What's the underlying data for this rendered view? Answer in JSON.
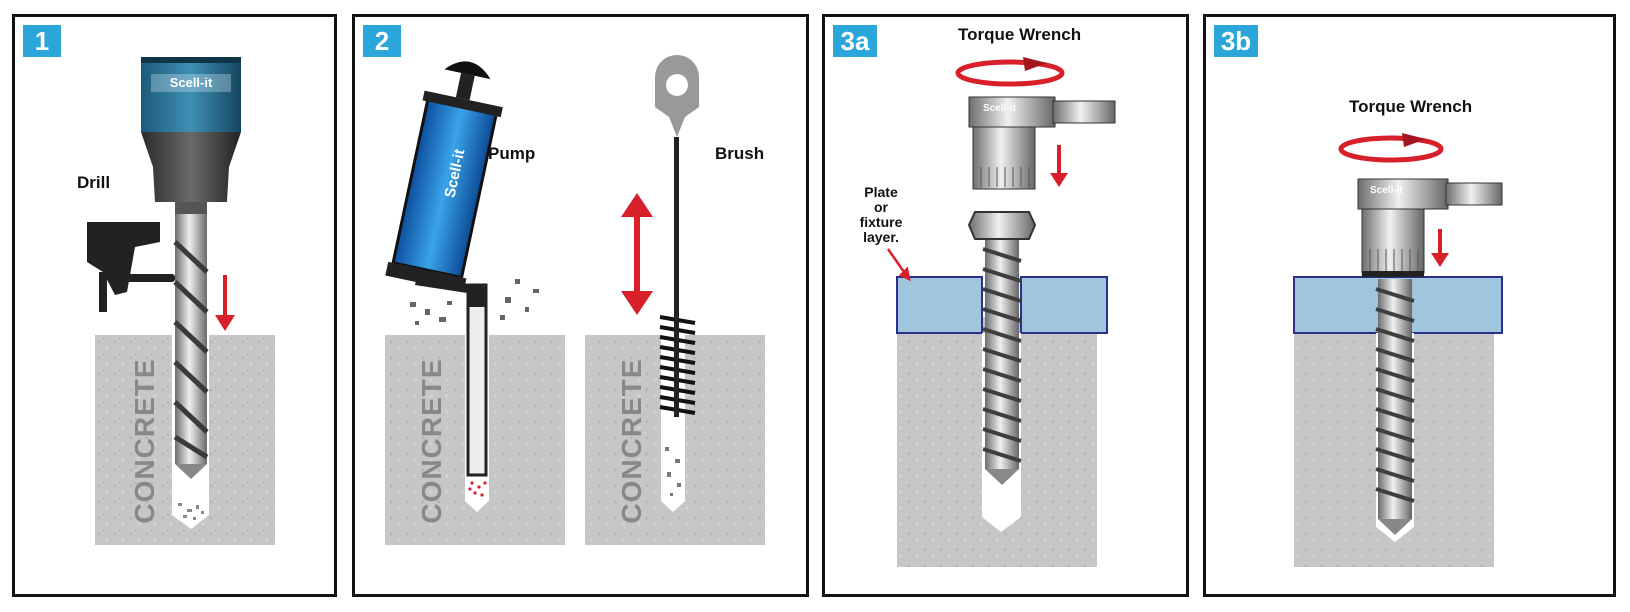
{
  "panels": [
    {
      "step": "1",
      "drill_label": "Drill",
      "concrete_label": "CONCRETE",
      "brand": "Scell-it"
    },
    {
      "step": "2",
      "pump_label": "Pump",
      "brush_label": "Brush",
      "concrete_label_left": "CONCRETE",
      "concrete_label_right": "CONCRETE",
      "brand": "Scell-it"
    },
    {
      "step": "3a",
      "wrench_label": "Torque Wrench",
      "plate_label_line1": "Plate",
      "plate_label_line2": "or",
      "plate_label_line3": "fixture",
      "plate_label_line4": "layer.",
      "brand": "Scell-it"
    },
    {
      "step": "3b",
      "wrench_label": "Torque Wrench",
      "brand": "Scell-it"
    }
  ],
  "colors": {
    "accent": "#2aa6db",
    "arrow": "#d8202a",
    "concrete": "#c4c4c4",
    "plate": "#9fc6dc",
    "plate_border": "#2b2f8a",
    "pump_blue": "#1f7fd4"
  }
}
